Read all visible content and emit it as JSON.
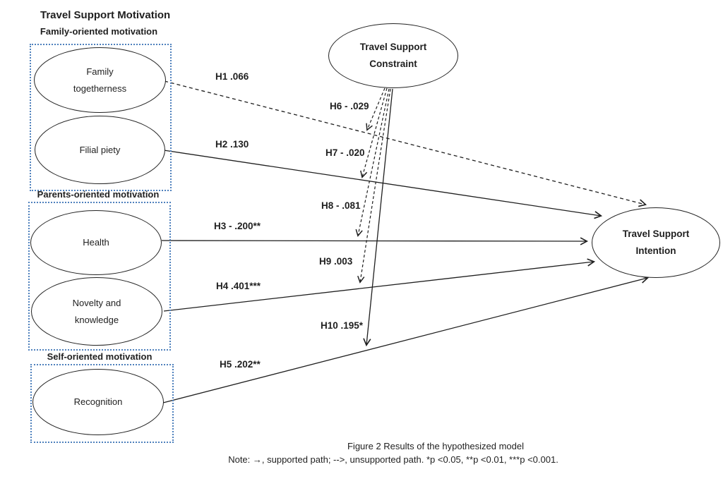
{
  "diagram": {
    "title": "Travel Support Motivation",
    "groups": [
      {
        "label": "Family-oriented motivation",
        "items": [
          {
            "name": "Family togetherness"
          },
          {
            "name": "Filial piety"
          }
        ]
      },
      {
        "label": "Parents-oriented motivation",
        "items": [
          {
            "name": "Health"
          },
          {
            "name": "Novelty and knowledge"
          }
        ]
      },
      {
        "label": "Self-oriented motivation",
        "items": [
          {
            "name": "Recognition"
          }
        ]
      }
    ],
    "constraint": {
      "line1": "Travel Support",
      "line2": "Constraint"
    },
    "intention": {
      "line1": "Travel Support",
      "line2": "Intention"
    },
    "path_labels": {
      "h1": "H1 .066",
      "h2": "H2 .130",
      "h3": "H3 - .200**",
      "h4": "H4 .401***",
      "h5": "H5 .202**",
      "h6": "H6 - .029",
      "h7": "H7 - .020",
      "h8": "H8 - .081",
      "h9": "H9 .003",
      "h10": "H10 .195*"
    },
    "paths": [
      {
        "id": "H1",
        "from": "Family togetherness",
        "to": "Travel Support Intention",
        "estimate": ".066",
        "supported": false
      },
      {
        "id": "H2",
        "from": "Filial piety",
        "to": "Travel Support Intention",
        "estimate": ".130",
        "supported": true
      },
      {
        "id": "H3",
        "from": "Health",
        "to": "Travel Support Intention",
        "estimate": "- .200**",
        "supported": true
      },
      {
        "id": "H4",
        "from": "Novelty and knowledge",
        "to": "Travel Support Intention",
        "estimate": ".401***",
        "supported": true
      },
      {
        "id": "H5",
        "from": "Recognition",
        "to": "Travel Support Intention",
        "estimate": ".202**",
        "supported": true
      },
      {
        "id": "H6",
        "from": "Travel Support Constraint",
        "to": "H1 path",
        "estimate": "- .029",
        "supported": false
      },
      {
        "id": "H7",
        "from": "Travel Support Constraint",
        "to": "H2 path",
        "estimate": "- .020",
        "supported": false
      },
      {
        "id": "H8",
        "from": "Travel Support Constraint",
        "to": "H3 path",
        "estimate": "- .081",
        "supported": false
      },
      {
        "id": "H9",
        "from": "Travel Support Constraint",
        "to": "H4 path",
        "estimate": ".003",
        "supported": false
      },
      {
        "id": "H10",
        "from": "Travel Support Constraint",
        "to": "H5 path",
        "estimate": ".195*",
        "supported": true
      }
    ],
    "caption": "Figure 2 Results of the hypothesized model",
    "note": "Note: →, supported path;  -->, unsupported path. *p <0.05, **p <0.01, ***p <0.001.",
    "colors": {
      "group_box_border": "#4f81bd",
      "line": "#1f1f1f"
    }
  }
}
